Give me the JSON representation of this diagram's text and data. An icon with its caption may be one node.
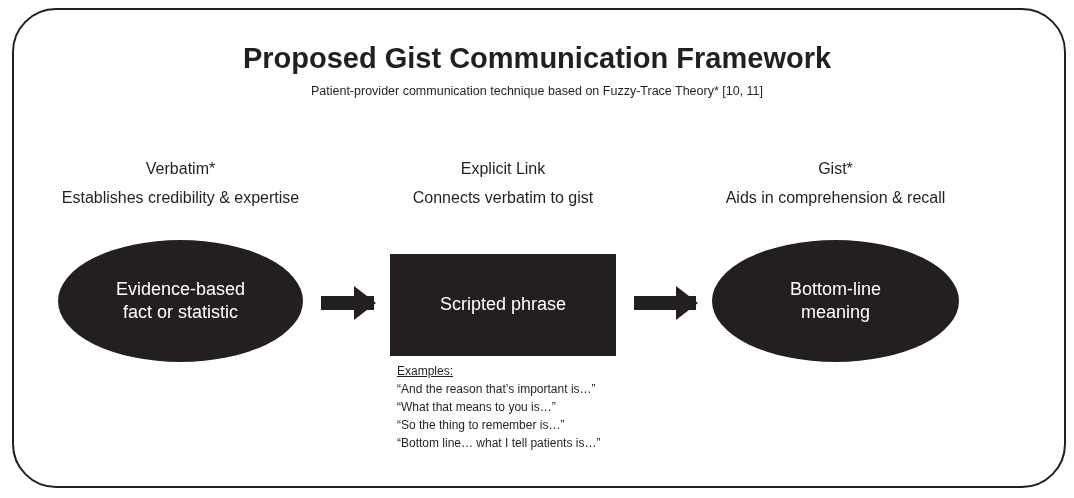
{
  "diagram": {
    "title": "Proposed Gist Communication Framework",
    "nodes": [
      {
        "text": [
          "Evidence-based fact or statistic"
        ],
        "beside": [
          "Verbatim*",
          "Establishes credibility & expertise"
        ]
      },
      {
        "text": [
          "Scripted phrase"
        ],
        "beside": [
          "Explicit Link",
          "Connects verbatim to gist"
        ]
      },
      {
        "text": [
          "Bottom-line meaning"
        ],
        "beside": [
          "Gist*",
          "Aids in comprehension & recall"
        ]
      }
    ],
    "edges": [
      {
        "from": 0,
        "to": 1,
        "arrow": "to"
      },
      {
        "from": 1,
        "to": 2,
        "arrow": "to"
      }
    ],
    "labels": [
      "Patient-provider communication technique based on Fuzzy-Trace Theory* [10, 11]",
      "Examples:",
      "“And the reason that’s important is…”",
      "“What that means to you is…”",
      "“So the thing to remember is…”",
      "“Bottom line… what I tell patients is…”"
    ]
  }
}
